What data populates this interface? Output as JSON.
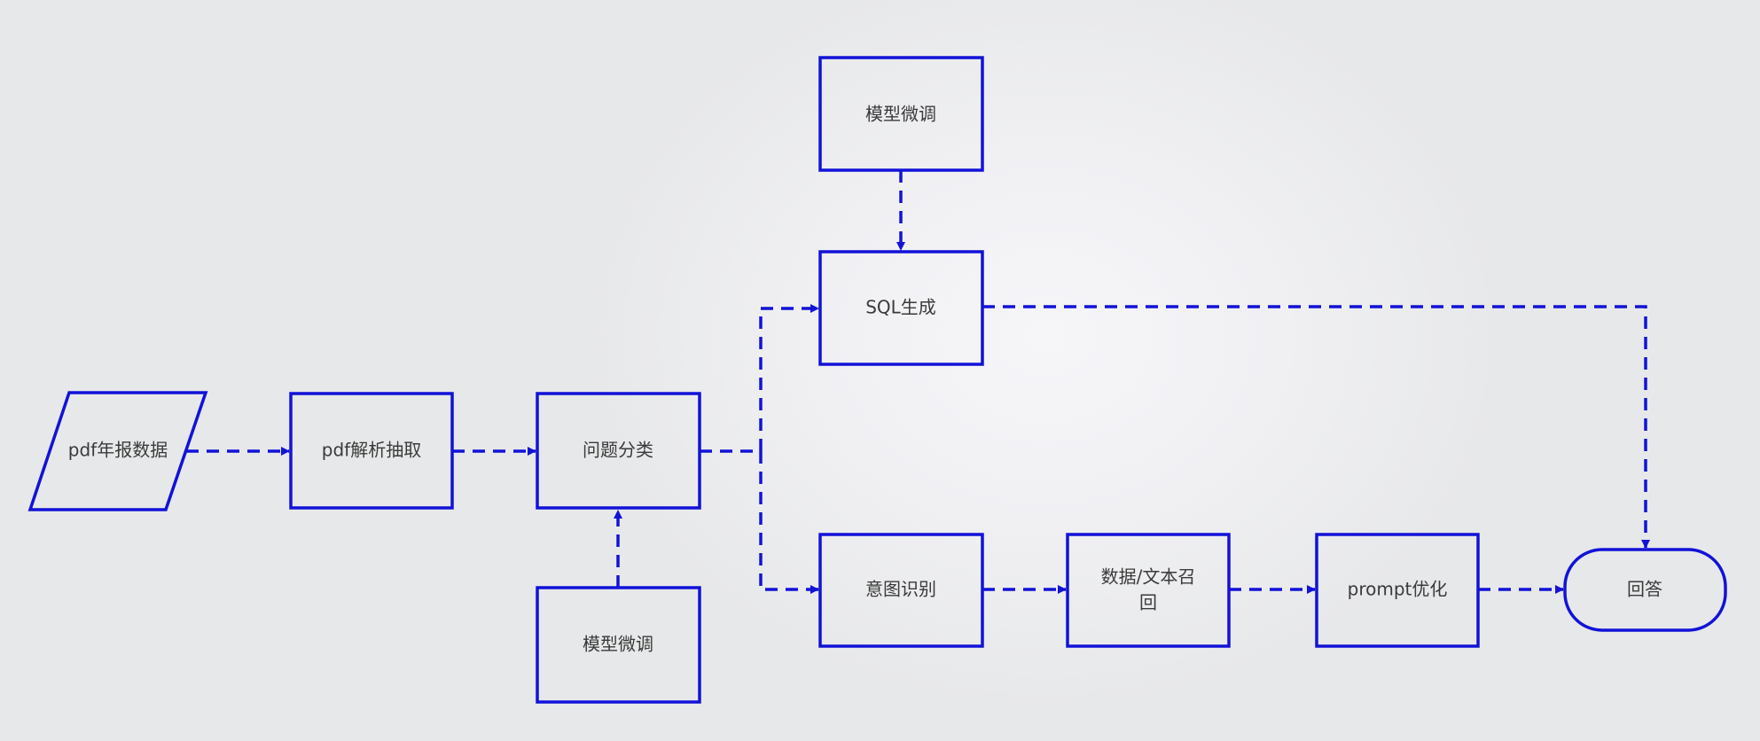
{
  "diagram": {
    "nodes": {
      "pdf_data": "pdf年报数据",
      "pdf_parse": "pdf解析抽取",
      "classify": "问题分类",
      "finetune_bottom": "模型微调",
      "finetune_top": "模型微调",
      "sql_gen": "SQL生成",
      "intent": "意图识别",
      "recall_line1": "数据/文本召",
      "recall_line2": "回",
      "prompt_opt": "prompt优化",
      "answer": "回答"
    },
    "edges": [
      [
        "pdf_data",
        "pdf_parse"
      ],
      [
        "pdf_parse",
        "classify"
      ],
      [
        "finetune_bottom",
        "classify"
      ],
      [
        "classify",
        "sql_gen"
      ],
      [
        "classify",
        "intent"
      ],
      [
        "finetune_top",
        "sql_gen"
      ],
      [
        "sql_gen",
        "answer"
      ],
      [
        "intent",
        "recall"
      ],
      [
        "recall",
        "prompt_opt"
      ],
      [
        "prompt_opt",
        "answer"
      ]
    ],
    "colors": {
      "stroke": "#1212d8",
      "text": "#3a3a3a"
    }
  }
}
